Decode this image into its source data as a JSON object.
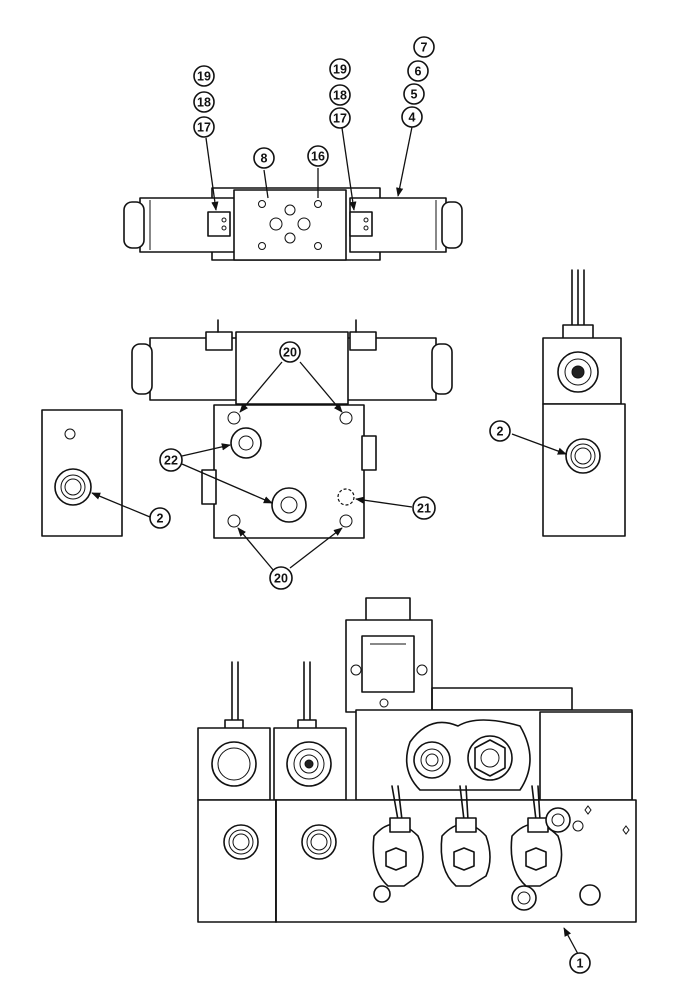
{
  "diagram": {
    "callouts": {
      "top_left_19": "19",
      "top_left_18": "18",
      "top_left_17": "17",
      "top_mid_19": "19",
      "top_mid_18": "18",
      "top_mid_17": "17",
      "top_right_7": "7",
      "top_right_6": "6",
      "top_right_5": "5",
      "top_right_4": "4",
      "top_8": "8",
      "top_16": "16",
      "mid_20_top": "20",
      "mid_22": "22",
      "mid_21": "21",
      "mid_20_bottom": "20",
      "left_2": "2",
      "right_2": "2",
      "bottom_1": "1"
    }
  }
}
